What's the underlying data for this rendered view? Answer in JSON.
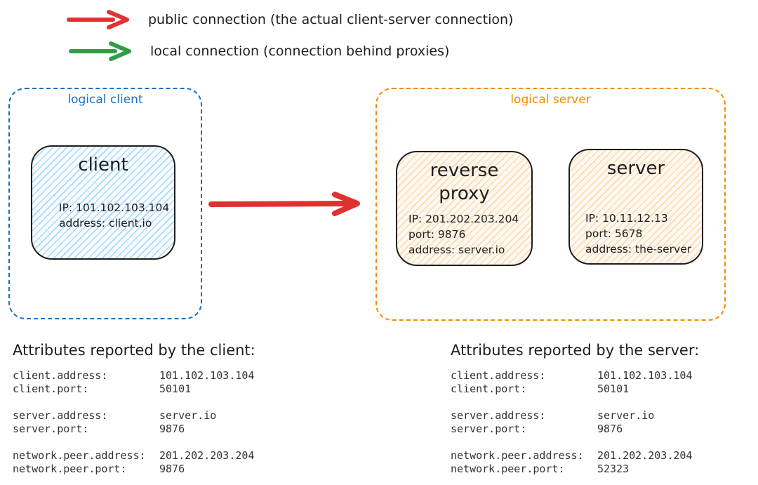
{
  "colors": {
    "red": "#e03131",
    "green": "#2f9e44",
    "blue": "#1971c2",
    "orange": "#f08c00",
    "ink": "#1e1e1e",
    "client_fill": "#a5d8ff",
    "server_fill": "#ffd8a8"
  },
  "legend": {
    "items": [
      {
        "icon": "public-connection-arrow",
        "color": "#e03131",
        "label": "public connection (the actual client-server connection)"
      },
      {
        "icon": "local-connection-arrow",
        "color": "#2f9e44",
        "label": "local connection (connection behind proxies)"
      }
    ]
  },
  "diagram": {
    "logical_client": {
      "label": "logical client",
      "node": {
        "title": "client",
        "lines": [
          "IP: 101.102.103.104",
          "address: client.io"
        ]
      }
    },
    "logical_server": {
      "label": "logical server",
      "nodes": [
        {
          "title": "reverse proxy",
          "lines": [
            "IP: 201.202.203.204",
            "port: 9876",
            "address: server.io"
          ]
        },
        {
          "title": "server",
          "lines": [
            "IP: 10.11.12.13",
            "port: 5678",
            "address: the-server"
          ]
        }
      ]
    }
  },
  "attributes_client": {
    "title": "Attributes reported by the client:",
    "groups": [
      [
        {
          "label": "client.address:",
          "value": "101.102.103.104"
        },
        {
          "label": "client.port:",
          "value": "50101"
        }
      ],
      [
        {
          "label": "server.address:",
          "value": "server.io"
        },
        {
          "label": "server.port:",
          "value": "9876"
        }
      ],
      [
        {
          "label": "network.peer.address:",
          "value": "201.202.203.204"
        },
        {
          "label": "network.peer.port:",
          "value": "9876"
        }
      ]
    ]
  },
  "attributes_server": {
    "title": "Attributes reported by the server:",
    "groups": [
      [
        {
          "label": "client.address:",
          "value": "101.102.103.104"
        },
        {
          "label": "client.port:",
          "value": "50101"
        }
      ],
      [
        {
          "label": "server.address:",
          "value": "server.io"
        },
        {
          "label": "server.port:",
          "value": "9876"
        }
      ],
      [
        {
          "label": "network.peer.address:",
          "value": "201.202.203.204"
        },
        {
          "label": "network.peer.port:",
          "value": "52323"
        }
      ]
    ]
  }
}
